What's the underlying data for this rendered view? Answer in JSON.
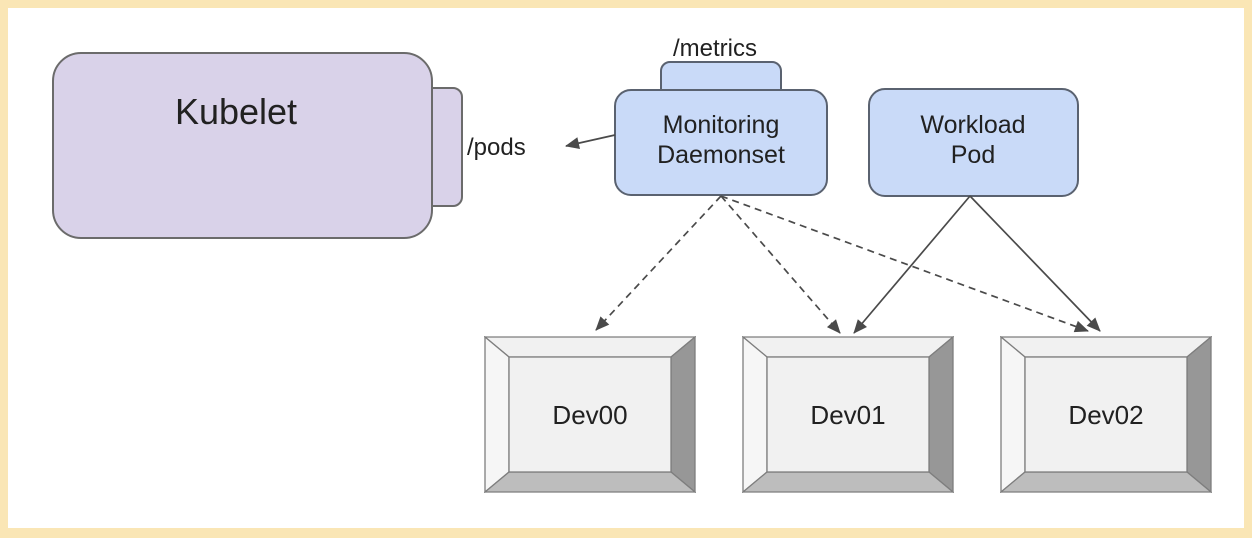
{
  "colors": {
    "frame": "#fae6b5",
    "background": "#ffffff",
    "node_purple": "#d9d2e9",
    "node_blue": "#c9daf8",
    "keycap_top": "#f1f1f1",
    "keycap_left": "#f6f6f6",
    "keycap_right": "#979797",
    "keycap_bottom": "#bdbdbd",
    "keycap_inner": "#f1f1f1",
    "arrow": "#4a4a4a",
    "text": "#212121"
  },
  "nodes": {
    "kubelet": {
      "label": "Kubelet"
    },
    "monitoring_daemonset": {
      "line1": "Monitoring",
      "line2": "Daemonset"
    },
    "workload_pod": {
      "line1": "Workload",
      "line2": "Pod"
    },
    "dev00": {
      "label": "Dev00"
    },
    "dev01": {
      "label": "Dev01"
    },
    "dev02": {
      "label": "Dev02"
    }
  },
  "endpoints": {
    "metrics": "/metrics",
    "pods": "/pods"
  },
  "edges": [
    {
      "from": "monitoring-daemonset",
      "to": "kubelet",
      "via": "/pods",
      "style": "solid-arrow"
    },
    {
      "from": "monitoring-daemonset",
      "to": "dev00",
      "style": "dashed-arrow"
    },
    {
      "from": "monitoring-daemonset",
      "to": "dev01",
      "style": "dashed-arrow"
    },
    {
      "from": "monitoring-daemonset",
      "to": "dev02",
      "style": "dashed-arrow"
    },
    {
      "from": "workload-pod",
      "to": "dev01",
      "style": "solid-arrow"
    },
    {
      "from": "workload-pod",
      "to": "dev02",
      "style": "solid-arrow"
    }
  ]
}
